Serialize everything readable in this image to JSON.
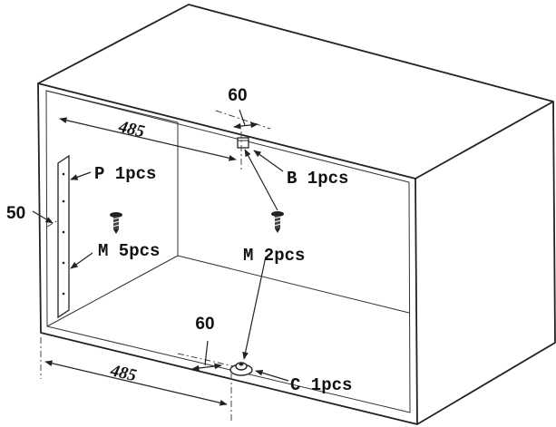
{
  "labels": {
    "top_offset": "60",
    "top_width": "485",
    "part_b": "B 1pcs",
    "part_p": "P 1pcs",
    "side_offset": "50",
    "screw_m_left": "M 5pcs",
    "screw_m_right": "M 2pcs",
    "bottom_offset": "60",
    "bottom_width": "485",
    "part_c": "C 1pcs"
  }
}
